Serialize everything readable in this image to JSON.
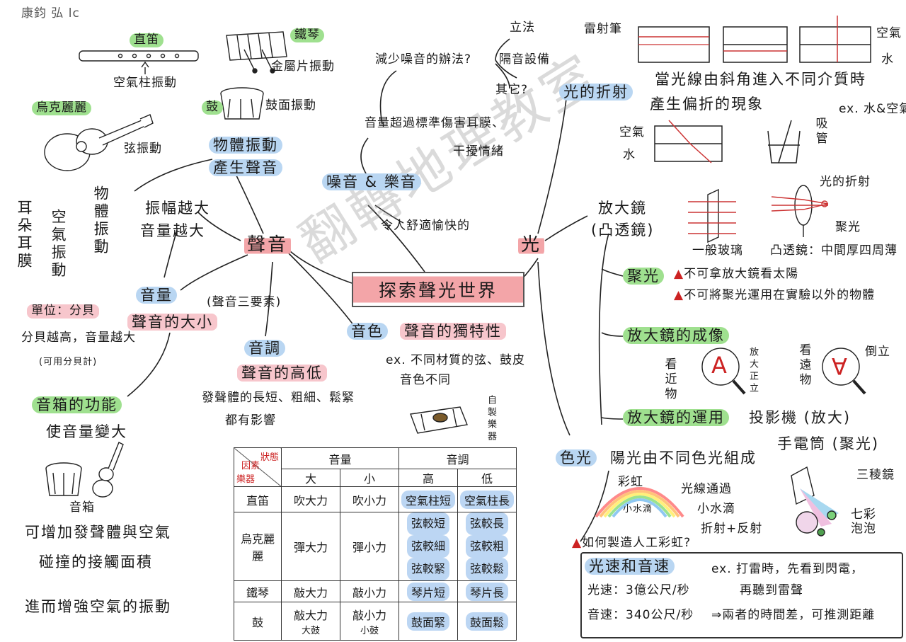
{
  "author": "康鈞 弘 lc",
  "center": "探索聲光世界",
  "watermark": "翻轉地理教室",
  "sound": {
    "title": "聲音",
    "vibration": [
      "物體振動",
      "產生聲音"
    ],
    "amplitude": [
      "振幅越大",
      "音量越大"
    ],
    "path_ear": "耳朵耳膜",
    "path_air": "空氣振動",
    "path_obj": "物體振動",
    "three_elements": "(聲音三要素)",
    "instruments": {
      "recorder_name": "直笛",
      "recorder_desc": "空氣柱振動",
      "xylophone_name": "鐵琴",
      "xylophone_desc": "金屬片振動",
      "drum_name": "鼓",
      "drum_desc": "鼓面振動",
      "ukulele_name": "烏克麗麗",
      "ukulele_desc": "弦振動"
    },
    "volume": {
      "title": "音量",
      "def": "聲音的大小",
      "unit": "單位：分貝",
      "rule": "分貝越高，音量越大",
      "tool": "(可用分貝計)"
    },
    "speaker": {
      "title": "音箱的功能",
      "desc": "使音量變大",
      "label": "音箱",
      "note1": "可增加發聲體與空氣",
      "note2": "碰撞的接觸面積",
      "note3": "進而增強空氣的振動"
    },
    "pitch": {
      "title": "音調",
      "def": "聲音的高低",
      "desc1": "發聲體的長短、粗細、鬆緊",
      "desc2": "都有影響"
    },
    "timbre": {
      "title": "音色",
      "def": "聲音的獨特性",
      "ex": "ex. 不同材質的弦、鼓皮",
      "ex2": "音色不同",
      "diy": "自製樂器"
    },
    "noise": {
      "title": "噪音 & 樂音",
      "harm1": "音量超過標準傷害耳膜、",
      "harm2": "干擾情緒",
      "music": "令人舒適愉快的",
      "reduce": "減少噪音的辦法?",
      "law": "立法",
      "insulation": "隔音設備",
      "other": "其它?"
    }
  },
  "table": {
    "corner_state": "狀態",
    "corner_factor": "因素",
    "corner_instrument": "樂器",
    "headers": [
      "音量",
      "音調"
    ],
    "sub_headers": [
      "大",
      "小",
      "高",
      "低"
    ],
    "rows": [
      {
        "name": "直笛",
        "cells": [
          [
            "吹大力"
          ],
          [
            "吹小力"
          ],
          [
            "空氣柱短"
          ],
          [
            "空氣柱長"
          ]
        ]
      },
      {
        "name": "烏克麗麗",
        "cells": [
          [
            "彈大力"
          ],
          [
            "彈小力"
          ],
          [
            "弦較短",
            "弦較細",
            "弦較緊"
          ],
          [
            "弦較長",
            "弦較粗",
            "弦較鬆"
          ]
        ]
      },
      {
        "name": "鐵琴",
        "cells": [
          [
            "敲大力"
          ],
          [
            "敲小力"
          ],
          [
            "琴片短"
          ],
          [
            "琴片長"
          ]
        ]
      },
      {
        "name": "鼓",
        "cells": [
          [
            "敲大力",
            "大鼓"
          ],
          [
            "敲小力",
            "小鼓"
          ],
          [
            "鼓面緊"
          ],
          [
            "鼓面鬆"
          ]
        ]
      }
    ]
  },
  "light": {
    "title": "光",
    "refraction": {
      "title": "光的折射",
      "def1": "當光線由斜角進入不同介質時",
      "def2": "產生偏折的現象",
      "ex": "ex. 水&空氣",
      "laser": "雷射筆",
      "air": "空氣",
      "water": "水",
      "straw": "吸管"
    },
    "magnifier": {
      "title": "放大鏡",
      "subtitle": "(凸透鏡)",
      "glass": "一般玻璃",
      "convex": "凸透鏡：中間厚四周薄",
      "refract_label": "光的折射",
      "focus_label": "聚光",
      "focus": "聚光",
      "warn1": "不可拿放大鏡看太陽",
      "warn2": "不可將聚光運用在實驗以外的物體",
      "image_title": "放大鏡的成像",
      "near": "看近物",
      "far": "看遠物",
      "upright": "放大正立",
      "inverted": "倒立",
      "letter": "A",
      "use_title": "放大鏡的運用",
      "use1": "投影機 (放大)",
      "use2": "手電筒 (聚光)"
    },
    "color": {
      "title": "色光",
      "def": "陽光由不同色光組成",
      "rainbow": "彩虹",
      "drops": "小水滴",
      "pass": "光線通過",
      "pass2": "小水滴",
      "process": "折射+反射",
      "prism": "三稜鏡",
      "bubble": "七彩泡泡",
      "question": "如何製造人工彩虹?"
    },
    "speed": {
      "title": "光速和音速",
      "light": "光速：3億公尺/秒",
      "sound": "音速：340公尺/秒",
      "ex1": "ex. 打雷時，先看到閃電，",
      "ex2": "再聽到雷聲",
      "conclusion": "⇒兩者的時間差，可推測距離"
    }
  }
}
